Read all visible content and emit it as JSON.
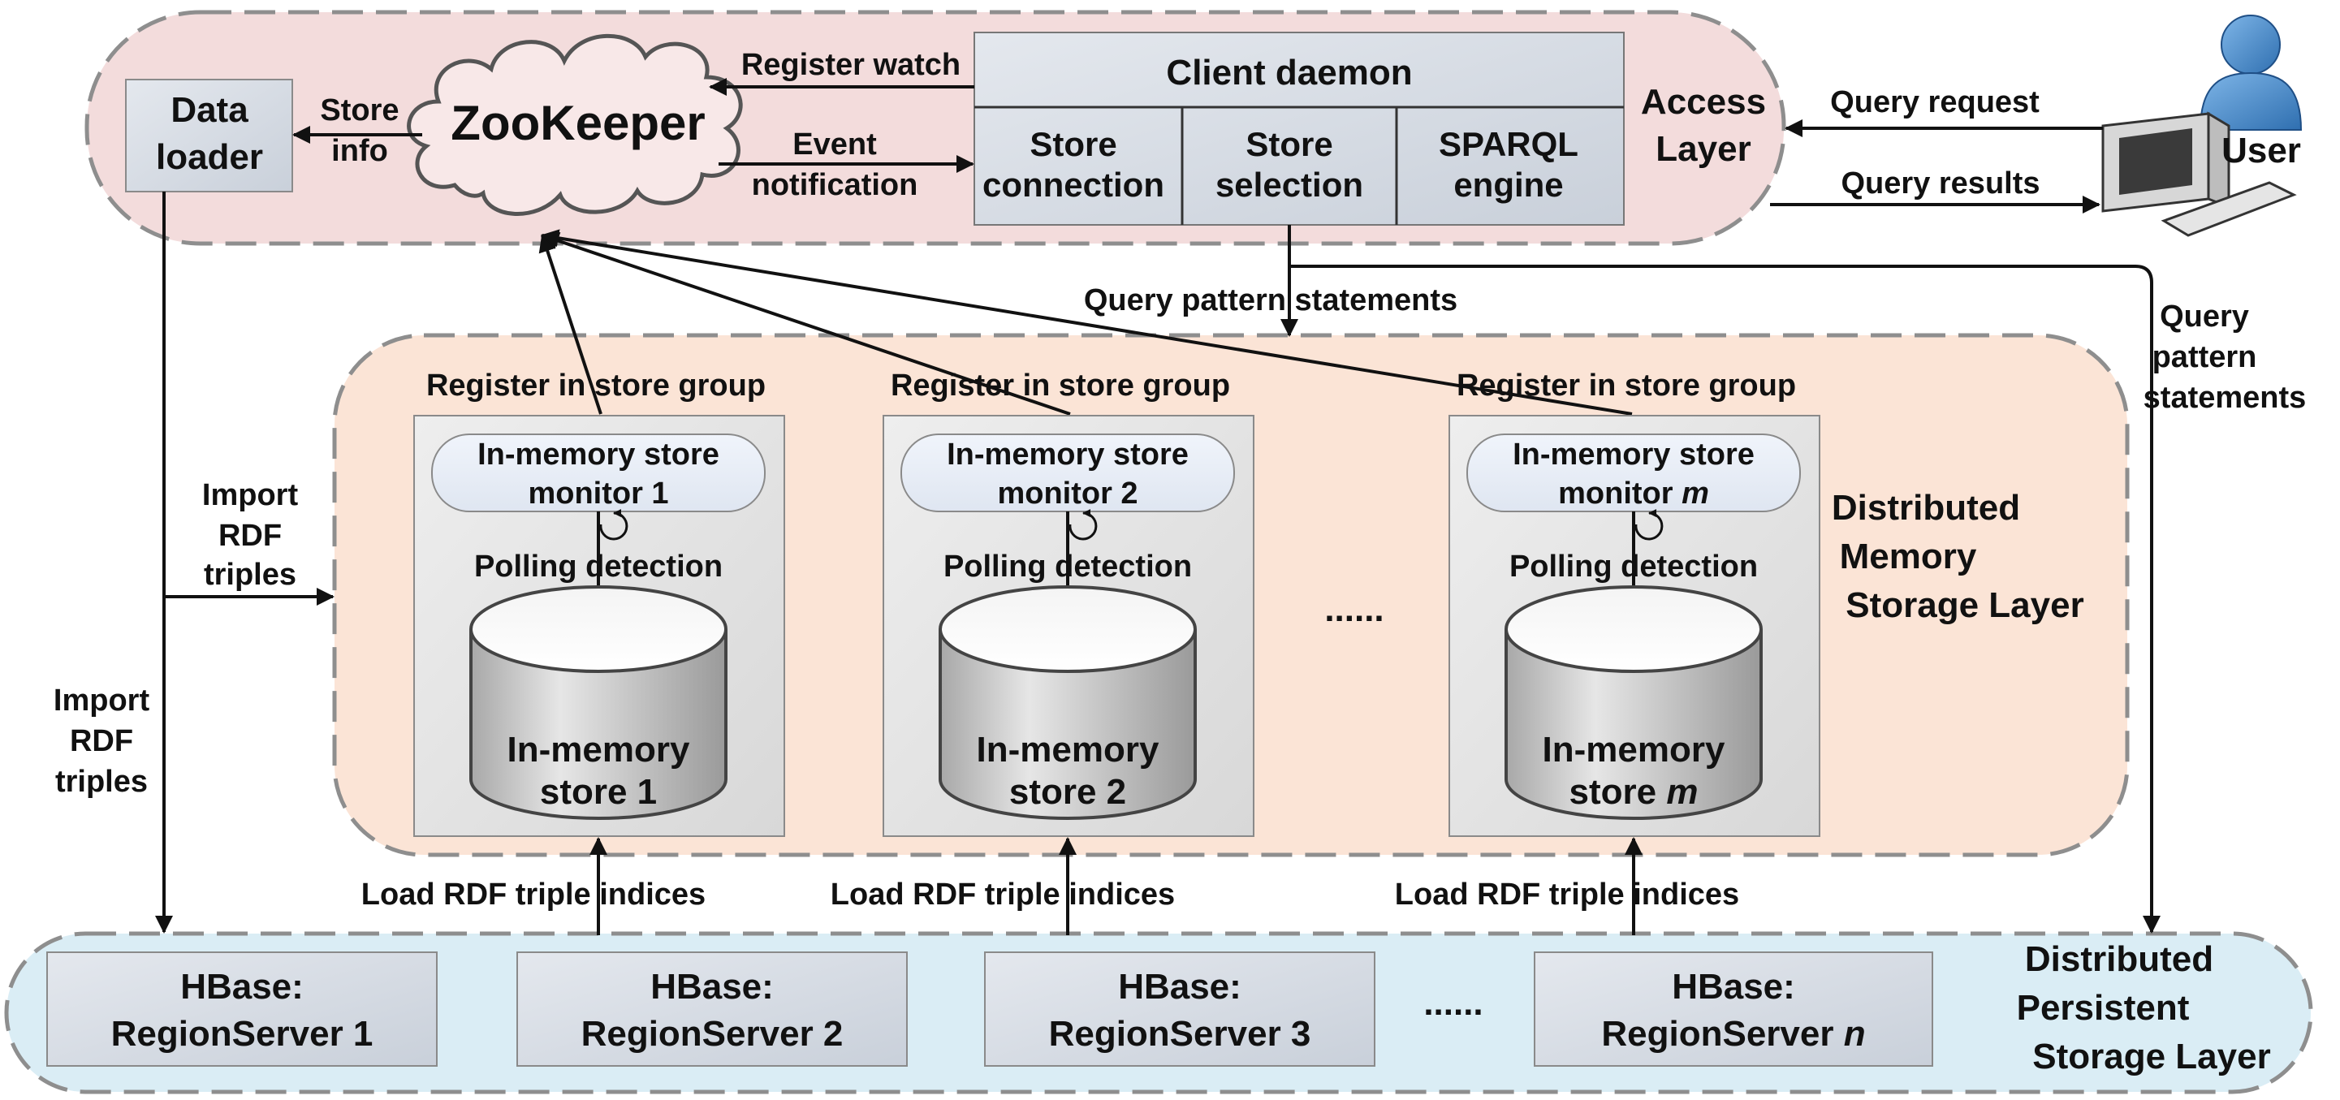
{
  "layers": {
    "access": [
      "Access",
      "Layer"
    ],
    "memory": [
      "Distributed",
      "Memory",
      "Storage Layer"
    ],
    "persistent": [
      "Distributed",
      "Persistent",
      "Storage Layer"
    ]
  },
  "data_loader": [
    "Data",
    "loader"
  ],
  "zookeeper": "ZooKeeper",
  "client_daemon": {
    "title": "Client daemon",
    "modules": [
      [
        "Store",
        "connection"
      ],
      [
        "Store",
        "selection"
      ],
      [
        "SPARQL",
        "engine"
      ]
    ]
  },
  "user": "User",
  "edges": {
    "store_info": [
      "Store",
      "info"
    ],
    "register_watch": "Register watch",
    "event_notification": [
      "Event",
      "notification"
    ],
    "query_request": "Query request",
    "query_results": "Query results",
    "query_pattern_statements": "Query pattern statements",
    "query_pattern_statements_right": [
      "Query",
      "pattern",
      "statements"
    ],
    "import_rdf_top": [
      "Import",
      "RDF",
      "triples"
    ],
    "import_rdf_left": [
      "Import",
      "RDF",
      "triples"
    ]
  },
  "stores": [
    {
      "register": "Register in store group",
      "monitor": [
        "In-memory store",
        "monitor ",
        "1"
      ],
      "polling": "Polling detection",
      "store": [
        "In-memory",
        "store ",
        "1"
      ],
      "load": "Load RDF triple indices"
    },
    {
      "register": "Register in store group",
      "monitor": [
        "In-memory store",
        "monitor ",
        "2"
      ],
      "polling": "Polling detection",
      "store": [
        "In-memory",
        "store ",
        "2"
      ],
      "load": "Load RDF triple indices"
    },
    {
      "register": "Register in store group",
      "monitor": [
        "In-memory store",
        "monitor ",
        "m"
      ],
      "polling": "Polling detection",
      "store": [
        "In-memory",
        "store ",
        "m"
      ],
      "load": "Load RDF triple indices"
    }
  ],
  "ellipsis": "......",
  "regionservers": [
    [
      "HBase:",
      "RegionServer ",
      "1"
    ],
    [
      "HBase:",
      "RegionServer ",
      "2"
    ],
    [
      "HBase:",
      "RegionServer ",
      "3"
    ],
    [
      "HBase:",
      "RegionServer ",
      "n"
    ]
  ]
}
